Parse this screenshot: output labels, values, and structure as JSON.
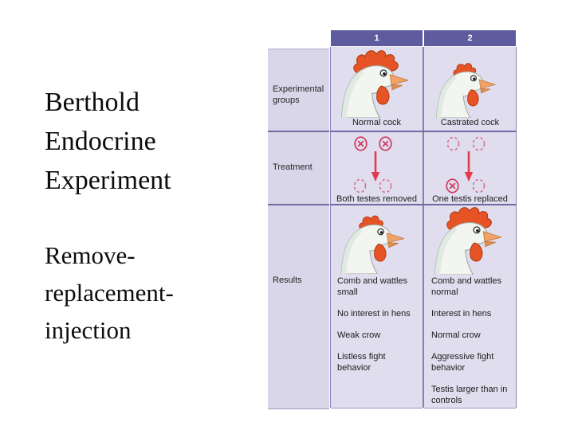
{
  "slide": {
    "title": "Berthold\nEndocrine\nExperiment",
    "subtitle": "Remove-\nreplacement-\ninjection"
  },
  "figure": {
    "column_headers": [
      "1",
      "2"
    ],
    "row_labels": {
      "experimental_groups": "Experimental groups",
      "treatment": "Treatment",
      "results": "Results"
    },
    "experimental_groups": {
      "group1_caption": "Normal cock",
      "group2_caption": "Castrated cock"
    },
    "treatment": {
      "group1_caption": "Both testes removed",
      "group2_caption": "One testis replaced"
    },
    "results": {
      "group1_items": [
        "Comb and wattles\nsmall",
        "No interest in hens",
        "Weak crow",
        "Listless fight\nbehavior"
      ],
      "group2_items": [
        "Comb and wattles\nnormal",
        "Interest in hens",
        "Normal crow",
        "Aggressive fight\nbehavior",
        "Testis larger than in\ncontrols"
      ]
    },
    "icons": {
      "testis_present": "circle-with-x",
      "testis_absent": "dashed-circle",
      "transplant_arrow": "down-arrow"
    },
    "colors": {
      "header_purple": "#5e5b9e",
      "cell_lavender": "#e0ddee",
      "label_lavender": "#d8d6e8",
      "border_purple": "#837fb2",
      "arrow_red": "#e23b4e",
      "symbol_crimson": "#cc3a5f",
      "dashed_pink": "#d4708d",
      "comb_orange": "#e65426"
    }
  }
}
